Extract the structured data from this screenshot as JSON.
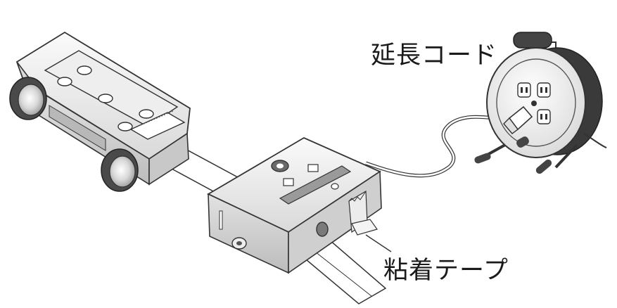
{
  "labels": {
    "extension_cord": "延長コード",
    "adhesive_tape": "粘着テープ"
  },
  "colors": {
    "outline": "#333333",
    "body_fill": "#f1f1f1",
    "body_shade": "#d6d6d6",
    "slot_dark": "#8a8a8a",
    "wheel_dark": "#4a4a4a",
    "tape_fill": "#e8e8e8"
  },
  "icons": [
    "cart-device",
    "wheel",
    "controller-box",
    "extension-cord-reel",
    "outlet",
    "plug",
    "cable",
    "adhesive-tape",
    "leader-line"
  ]
}
